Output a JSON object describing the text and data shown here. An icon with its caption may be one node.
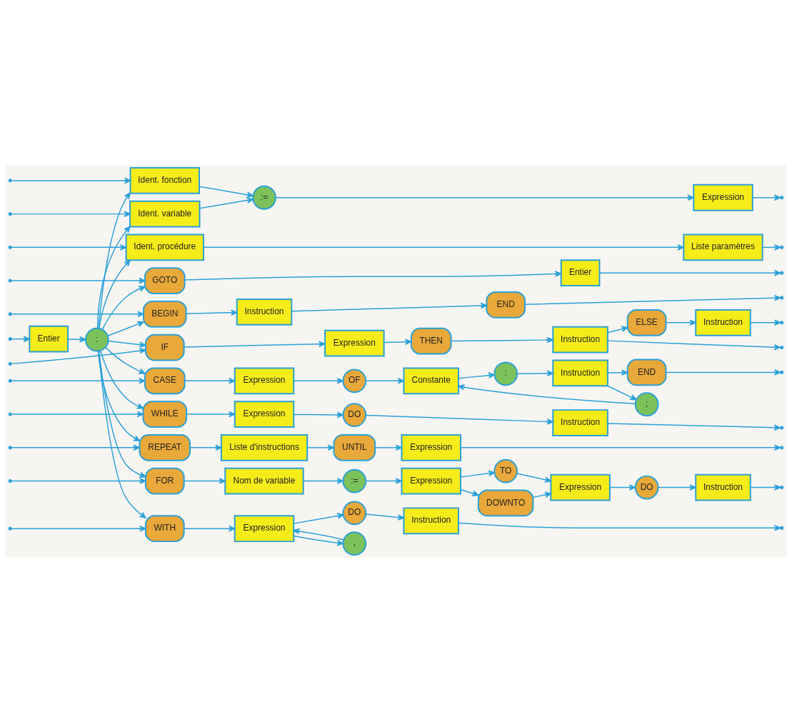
{
  "diagram": {
    "nodes": [
      {
        "text": [
          "Entier"
        ]
      },
      {
        "text": [
          ":"
        ]
      },
      {
        "text": [
          "Ident. variable"
        ]
      },
      {
        "text": [
          "Ident. fonction"
        ]
      },
      {
        "text": [
          ":="
        ]
      },
      {
        "text": [
          "Expression"
        ]
      },
      {
        "text": [
          "Ident. procédure"
        ]
      },
      {
        "text": [
          "Liste paramètres"
        ]
      },
      {
        "text": [
          "GOTO"
        ]
      },
      {
        "text": [
          "Entier"
        ]
      },
      {
        "text": [
          "BEGIN"
        ]
      },
      {
        "text": [
          "Instruction"
        ]
      },
      {
        "text": [
          "END"
        ]
      },
      {
        "text": [
          "IF"
        ]
      },
      {
        "text": [
          "Expression"
        ]
      },
      {
        "text": [
          "THEN"
        ]
      },
      {
        "text": [
          "Instruction"
        ]
      },
      {
        "text": [
          "ELSE"
        ]
      },
      {
        "text": [
          "Instruction"
        ]
      },
      {
        "text": [
          "CASE"
        ]
      },
      {
        "text": [
          "Expression"
        ]
      },
      {
        "text": [
          "OF"
        ]
      },
      {
        "text": [
          "Constante"
        ]
      },
      {
        "text": [
          ":"
        ]
      },
      {
        "text": [
          "Instruction"
        ]
      },
      {
        "text": [
          "END"
        ]
      },
      {
        "text": [
          ";"
        ]
      },
      {
        "text": [
          "WHILE"
        ]
      },
      {
        "text": [
          "Expression"
        ]
      },
      {
        "text": [
          "DO"
        ]
      },
      {
        "text": [
          "Instruction"
        ]
      },
      {
        "text": [
          "REPEAT"
        ]
      },
      {
        "text": [
          "Liste d'instructions"
        ]
      },
      {
        "text": [
          "UNTIL"
        ]
      },
      {
        "text": [
          "Expression"
        ]
      },
      {
        "text": [
          "FOR"
        ]
      },
      {
        "text": [
          "Nom de variable"
        ]
      },
      {
        "text": [
          ":="
        ]
      },
      {
        "text": [
          "Expression"
        ]
      },
      {
        "text": [
          "TO"
        ]
      },
      {
        "text": [
          "DOWNTO"
        ]
      },
      {
        "text": [
          "Expression"
        ]
      },
      {
        "text": [
          "DO"
        ]
      },
      {
        "text": [
          "Instruction"
        ]
      },
      {
        "text": [
          ","
        ]
      },
      {
        "text": [
          "WITH"
        ]
      },
      {
        "text": [
          "Expression"
        ]
      },
      {
        "text": [
          "DO"
        ]
      },
      {
        "text": [
          "Instruction"
        ]
      }
    ],
    "edges": [
      {
        "from": null,
        "to": 0,
        "arrow": "to"
      },
      {
        "from": 0,
        "to": 1,
        "arrow": "to"
      },
      {
        "from": 1,
        "to": 2,
        "arrow": "to"
      },
      {
        "from": 1,
        "to": 3,
        "arrow": "to"
      },
      {
        "from": 1,
        "to": 6,
        "arrow": "to"
      },
      {
        "from": 1,
        "to": 8,
        "arrow": "to"
      },
      {
        "from": 1,
        "to": 10,
        "arrow": "to"
      },
      {
        "from": 1,
        "to": 13,
        "arrow": "to"
      },
      {
        "from": 1,
        "to": 19,
        "arrow": "to"
      },
      {
        "from": 1,
        "to": 27,
        "arrow": "to"
      },
      {
        "from": 1,
        "to": 31,
        "arrow": "to"
      },
      {
        "from": 1,
        "to": 35,
        "arrow": "to"
      },
      {
        "from": 1,
        "to": 45,
        "arrow": "to"
      },
      {
        "from": null,
        "to": 2,
        "arrow": "to"
      },
      {
        "from": null,
        "to": 3,
        "arrow": "to"
      },
      {
        "from": null,
        "to": 6,
        "arrow": "to"
      },
      {
        "from": null,
        "to": 8,
        "arrow": "to"
      },
      {
        "from": null,
        "to": 10,
        "arrow": "to"
      },
      {
        "from": null,
        "to": 13,
        "arrow": "to"
      },
      {
        "from": null,
        "to": 19,
        "arrow": "to"
      },
      {
        "from": null,
        "to": 27,
        "arrow": "to"
      },
      {
        "from": null,
        "to": 31,
        "arrow": "to"
      },
      {
        "from": null,
        "to": 35,
        "arrow": "to"
      },
      {
        "from": null,
        "to": 45,
        "arrow": "to"
      },
      {
        "from": 2,
        "to": 4,
        "arrow": "to"
      },
      {
        "from": 3,
        "to": 4,
        "arrow": "to"
      },
      {
        "from": 4,
        "to": 5,
        "arrow": "to"
      },
      {
        "from": 5,
        "to": null,
        "arrow": "to"
      },
      {
        "from": 6,
        "to": 7,
        "arrow": "to"
      },
      {
        "from": 7,
        "to": null,
        "arrow": "to"
      },
      {
        "from": 8,
        "to": 9,
        "arrow": "to"
      },
      {
        "from": 9,
        "to": null,
        "arrow": "to"
      },
      {
        "from": 10,
        "to": 11,
        "arrow": "to"
      },
      {
        "from": 11,
        "to": 12,
        "arrow": "to"
      },
      {
        "from": 12,
        "to": null,
        "arrow": "to"
      },
      {
        "from": 13,
        "to": 14,
        "arrow": "to"
      },
      {
        "from": 14,
        "to": 15,
        "arrow": "to"
      },
      {
        "from": 15,
        "to": 16,
        "arrow": "to"
      },
      {
        "from": 16,
        "to": 17,
        "arrow": "to"
      },
      {
        "from": 16,
        "to": null,
        "arrow": "to"
      },
      {
        "from": 17,
        "to": 18,
        "arrow": "to"
      },
      {
        "from": 18,
        "to": null,
        "arrow": "to"
      },
      {
        "from": 19,
        "to": 20,
        "arrow": "to"
      },
      {
        "from": 20,
        "to": 21,
        "arrow": "to"
      },
      {
        "from": 21,
        "to": 22,
        "arrow": "to"
      },
      {
        "from": 22,
        "to": 23,
        "arrow": "to"
      },
      {
        "from": 23,
        "to": 24,
        "arrow": "to"
      },
      {
        "from": 24,
        "to": 25,
        "arrow": "to"
      },
      {
        "from": 24,
        "to": 26,
        "arrow": "to"
      },
      {
        "from": 26,
        "to": 22,
        "arrow": "to"
      },
      {
        "from": 25,
        "to": null,
        "arrow": "to"
      },
      {
        "from": 27,
        "to": 28,
        "arrow": "to"
      },
      {
        "from": 28,
        "to": 29,
        "arrow": "to"
      },
      {
        "from": 29,
        "to": 30,
        "arrow": "to"
      },
      {
        "from": 30,
        "to": null,
        "arrow": "to"
      },
      {
        "from": 31,
        "to": 32,
        "arrow": "to"
      },
      {
        "from": 32,
        "to": 33,
        "arrow": "to"
      },
      {
        "from": 33,
        "to": 34,
        "arrow": "to"
      },
      {
        "from": 34,
        "to": null,
        "arrow": "to"
      },
      {
        "from": 35,
        "to": 36,
        "arrow": "to"
      },
      {
        "from": 36,
        "to": 37,
        "arrow": "to"
      },
      {
        "from": 37,
        "to": 38,
        "arrow": "to"
      },
      {
        "from": 38,
        "to": 39,
        "arrow": "to"
      },
      {
        "from": 38,
        "to": 40,
        "arrow": "to"
      },
      {
        "from": 39,
        "to": 41,
        "arrow": "to"
      },
      {
        "from": 40,
        "to": 41,
        "arrow": "to"
      },
      {
        "from": 41,
        "to": 42,
        "arrow": "to"
      },
      {
        "from": 42,
        "to": 43,
        "arrow": "to"
      },
      {
        "from": 43,
        "to": null,
        "arrow": "to"
      },
      {
        "from": 45,
        "to": 46,
        "arrow": "to"
      },
      {
        "from": 46,
        "to": 44,
        "arrow": "to"
      },
      {
        "from": 44,
        "to": 46,
        "arrow": "to"
      },
      {
        "from": 46,
        "to": 47,
        "arrow": "to"
      },
      {
        "from": 47,
        "to": 48,
        "arrow": "to"
      },
      {
        "from": 48,
        "to": null,
        "arrow": "to"
      }
    ]
  }
}
